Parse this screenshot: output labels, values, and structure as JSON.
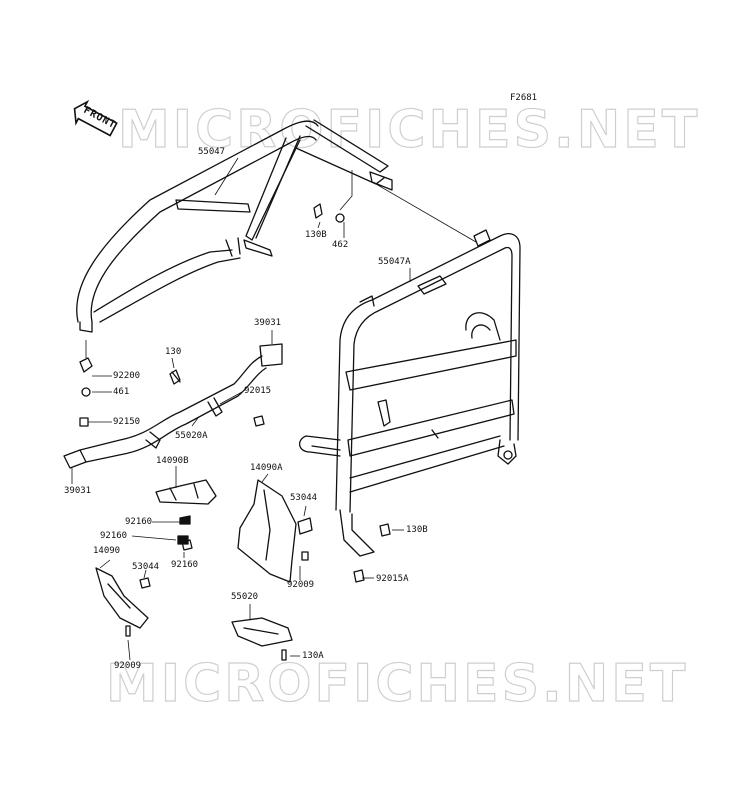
{
  "figure_code": "F2681",
  "front_label": "FRONT",
  "watermark": "MICROFICHES.NET",
  "parts": [
    {
      "id": "p1",
      "label": "55047"
    },
    {
      "id": "p2",
      "label": "130B"
    },
    {
      "id": "p3",
      "label": "462"
    },
    {
      "id": "p4",
      "label": "55047A"
    },
    {
      "id": "p5",
      "label": "39031"
    },
    {
      "id": "p6",
      "label": "130"
    },
    {
      "id": "p7",
      "label": "92200"
    },
    {
      "id": "p8",
      "label": "461"
    },
    {
      "id": "p9",
      "label": "92015"
    },
    {
      "id": "p10",
      "label": "92150"
    },
    {
      "id": "p11",
      "label": "55020A"
    },
    {
      "id": "p12",
      "label": "39031"
    },
    {
      "id": "p13",
      "label": "14090B"
    },
    {
      "id": "p14",
      "label": "14090A"
    },
    {
      "id": "p15",
      "label": "53044"
    },
    {
      "id": "p16",
      "label": "92160"
    },
    {
      "id": "p17",
      "label": "92160"
    },
    {
      "id": "p18",
      "label": "92160"
    },
    {
      "id": "p19",
      "label": "130B"
    },
    {
      "id": "p20",
      "label": "14090"
    },
    {
      "id": "p21",
      "label": "53044"
    },
    {
      "id": "p22",
      "label": "92009"
    },
    {
      "id": "p23",
      "label": "92015A"
    },
    {
      "id": "p24",
      "label": "55020"
    },
    {
      "id": "p25",
      "label": "130A"
    },
    {
      "id": "p26",
      "label": "92009"
    }
  ]
}
